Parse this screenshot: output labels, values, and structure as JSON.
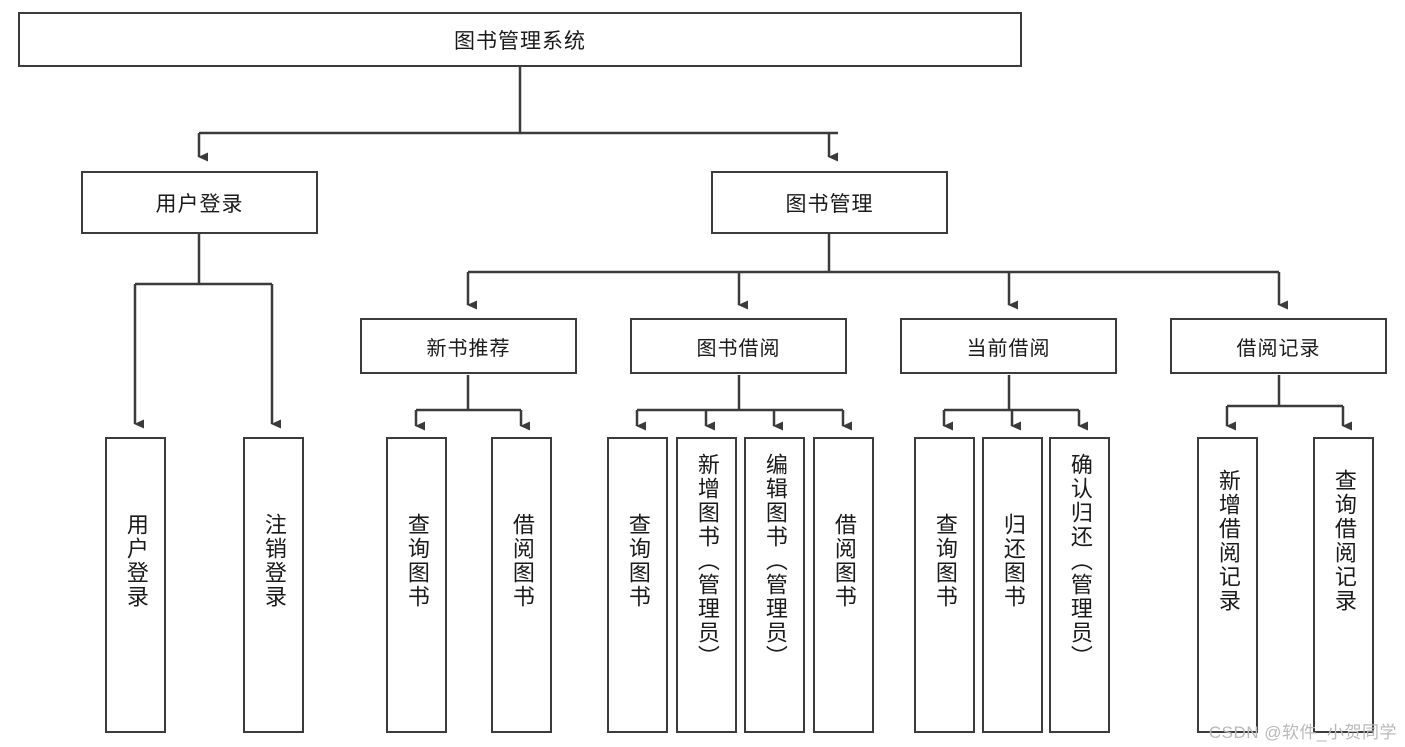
{
  "diagram": {
    "type": "tree",
    "title": "图书管理系统",
    "watermark": "CSDN @软件_小贺同学",
    "colors": {
      "box_border": "#3b3b3b",
      "box_fill": "#ffffff",
      "connector": "#3b3b3b",
      "text": "#1a1a1a",
      "watermark": "#b9b9b9"
    },
    "root": {
      "label": "图书管理系统"
    },
    "level2": [
      {
        "id": "user-login",
        "label": "用户登录"
      },
      {
        "id": "book-management",
        "label": "图书管理"
      }
    ],
    "level3": [
      {
        "id": "new-book-recommend",
        "label": "新书推荐"
      },
      {
        "id": "book-borrow",
        "label": "图书借阅"
      },
      {
        "id": "current-borrow",
        "label": "当前借阅"
      },
      {
        "id": "borrow-record",
        "label": "借阅记录"
      }
    ],
    "leaves": {
      "user_login": [
        {
          "id": "leaf-user-login",
          "label": "用户登录"
        },
        {
          "id": "leaf-logout-login",
          "label": "注销登录"
        }
      ],
      "new_book_recommend": [
        {
          "id": "leaf-query-book-1",
          "label": "查询图书"
        },
        {
          "id": "leaf-borrow-book-1",
          "label": "借阅图书"
        }
      ],
      "book_borrow": [
        {
          "id": "leaf-query-book-2",
          "label": "查询图书"
        },
        {
          "id": "leaf-add-book-admin",
          "label": "新增图书（管理员）"
        },
        {
          "id": "leaf-edit-book-admin",
          "label": "编辑图书（管理员）"
        },
        {
          "id": "leaf-borrow-book-2",
          "label": "借阅图书"
        }
      ],
      "current_borrow": [
        {
          "id": "leaf-query-book-3",
          "label": "查询图书"
        },
        {
          "id": "leaf-return-book",
          "label": "归还图书"
        },
        {
          "id": "leaf-confirm-return-admin",
          "label": "确认归还（管理员）"
        }
      ],
      "borrow_record": [
        {
          "id": "leaf-add-borrow-record",
          "label": "新增借阅记录"
        },
        {
          "id": "leaf-query-borrow-record",
          "label": "查询借阅记录"
        }
      ]
    }
  }
}
